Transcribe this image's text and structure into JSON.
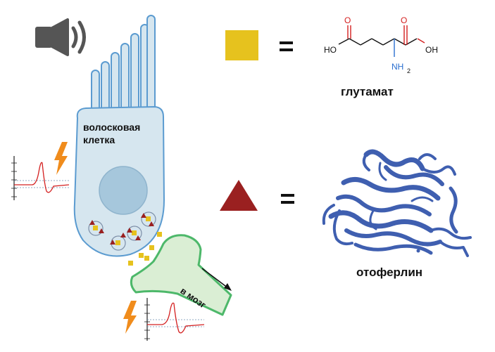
{
  "hair_cell": {
    "label_line1": "волосковая",
    "label_line2": "клетка"
  },
  "neuron": {
    "label": "в мозг"
  },
  "legend": {
    "glutamate": {
      "name": "глутамат",
      "symbol": "yellow-square",
      "atoms": {
        "left_oh": "HO",
        "right_oh": "OH",
        "left_o": "O",
        "right_o": "O",
        "nh": "NH",
        "nh_sub": "2"
      }
    },
    "otoferlin": {
      "name": "отоферлин",
      "symbol": "red-triangle"
    },
    "equals": "="
  },
  "colors": {
    "cell_fill": "#d6e6ef",
    "cell_stroke": "#5b9bd0",
    "nucleus": "#a6c7dc",
    "glutamate": "#e6c21e",
    "otoferlin": "#9a2020",
    "protein": "#3f5fb0",
    "neuron_fill": "#daeed4",
    "neuron_stroke": "#4db86a",
    "spike": "#d42020",
    "lightning": "#f08c1c"
  }
}
